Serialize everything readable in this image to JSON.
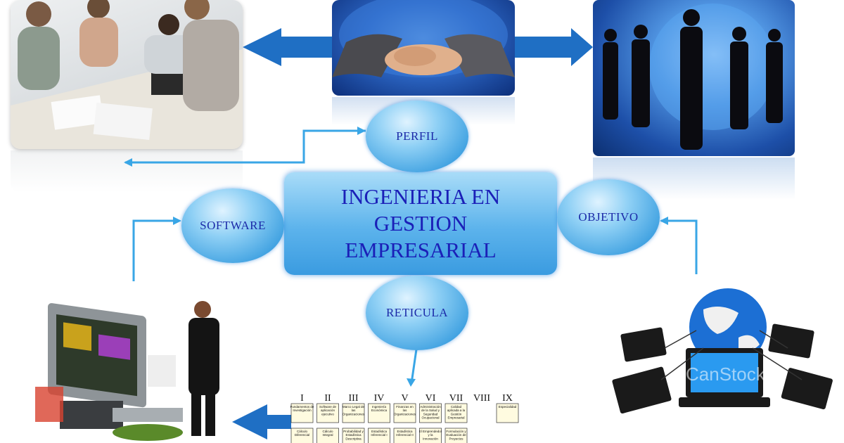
{
  "center": {
    "lines": [
      "INGENIERIA EN",
      "GESTION",
      "EMPRESARIAL"
    ]
  },
  "nodes": {
    "perfil": "PERFIL",
    "software": "SOFTWARE",
    "objetivo": "OBJETIVO",
    "reticula": "RETICULA"
  },
  "watermark": "CanStock",
  "curriculum": {
    "semesters": [
      "I",
      "II",
      "III",
      "IV",
      "V",
      "VI",
      "VII",
      "VIII",
      "IX"
    ],
    "row1": [
      "Fundamentos de Investigación",
      "Software de aplicación ejecutivo",
      "Marco Legal de las Organizaciones",
      "Ingeniería Económica",
      "Finanzas en las Organizaciones",
      "Administración de la Salud y Seguridad Ocupacional",
      "Calidad aplicada a la Gestión Empresarial",
      "",
      "Especialidad"
    ],
    "row2": [
      "Cálculo Diferencial",
      "Cálculo Integral",
      "Probabilidad y Estadística Descriptiva",
      "Estadística Inferencial I",
      "Estadística Inferencial II",
      "El Emprendedor y la Innovación",
      "Formulación y Evaluación de Proyectos",
      "",
      ""
    ]
  },
  "colors": {
    "arrow_blue": "#1f6fc4",
    "connector": "#39a6e6",
    "text_navy": "#1b20b8"
  }
}
